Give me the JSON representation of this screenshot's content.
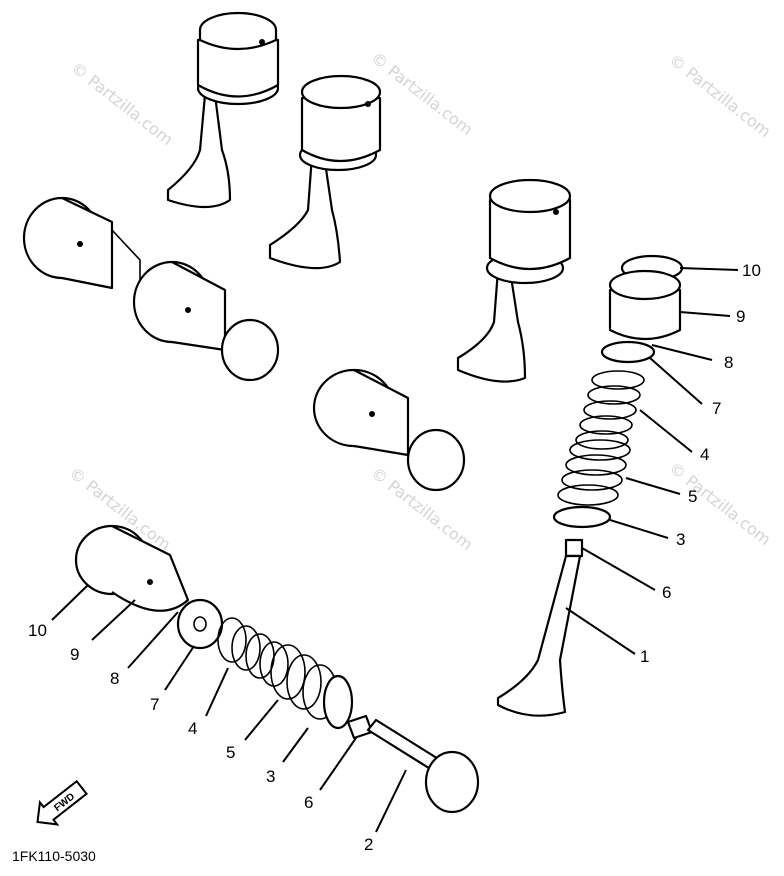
{
  "diagram": {
    "code": "1FK110-5030",
    "watermark": "© Partzilla.com",
    "fwd_label": "FWD",
    "callouts_right": [
      {
        "id": "r10",
        "text": "10"
      },
      {
        "id": "r9",
        "text": "9"
      },
      {
        "id": "r8",
        "text": "8"
      },
      {
        "id": "r7",
        "text": "7"
      },
      {
        "id": "r4",
        "text": "4"
      },
      {
        "id": "r5",
        "text": "5"
      },
      {
        "id": "r3",
        "text": "3"
      },
      {
        "id": "r6",
        "text": "6"
      },
      {
        "id": "r1",
        "text": "1"
      }
    ],
    "callouts_left": [
      {
        "id": "l10",
        "text": "10"
      },
      {
        "id": "l9",
        "text": "9"
      },
      {
        "id": "l8",
        "text": "8"
      },
      {
        "id": "l7",
        "text": "7"
      },
      {
        "id": "l4",
        "text": "4"
      },
      {
        "id": "l5",
        "text": "5"
      },
      {
        "id": "l3",
        "text": "3"
      },
      {
        "id": "l6",
        "text": "6"
      },
      {
        "id": "l2",
        "text": "2"
      }
    ]
  }
}
